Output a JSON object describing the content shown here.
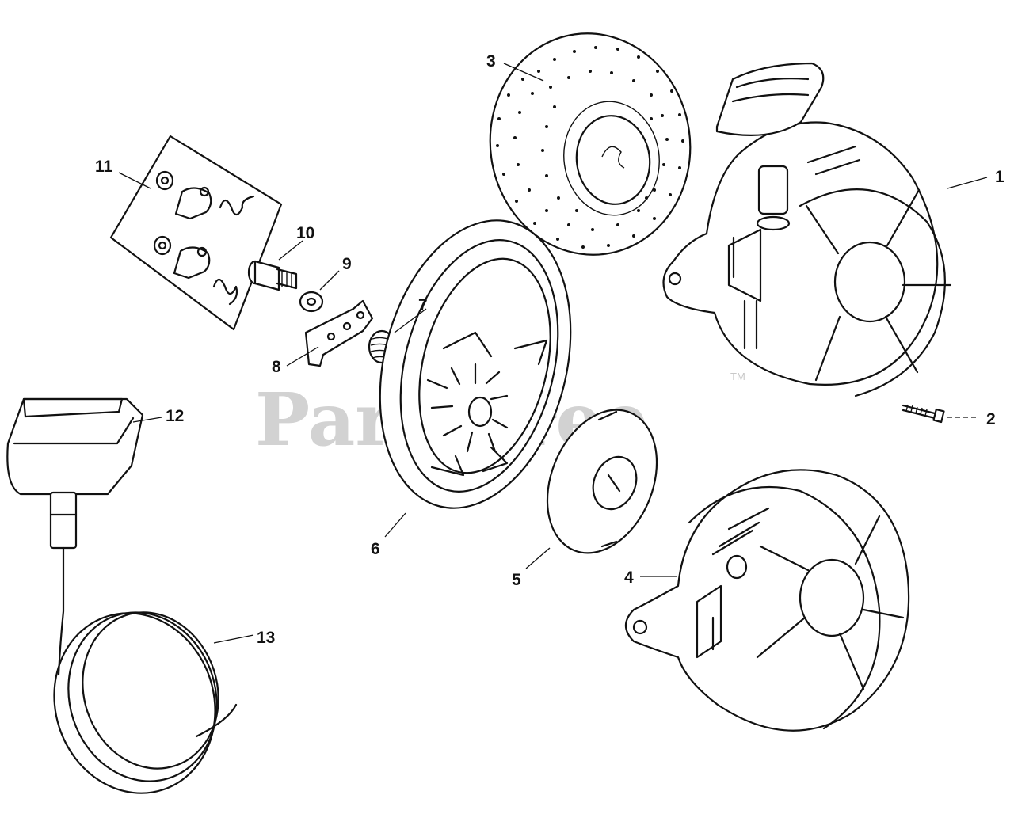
{
  "watermark": {
    "text": "PartsTree",
    "trademark": "TM"
  },
  "callouts": [
    "1",
    "2",
    "3",
    "4",
    "5",
    "6",
    "7",
    "8",
    "9",
    "10",
    "11",
    "12",
    "13"
  ]
}
